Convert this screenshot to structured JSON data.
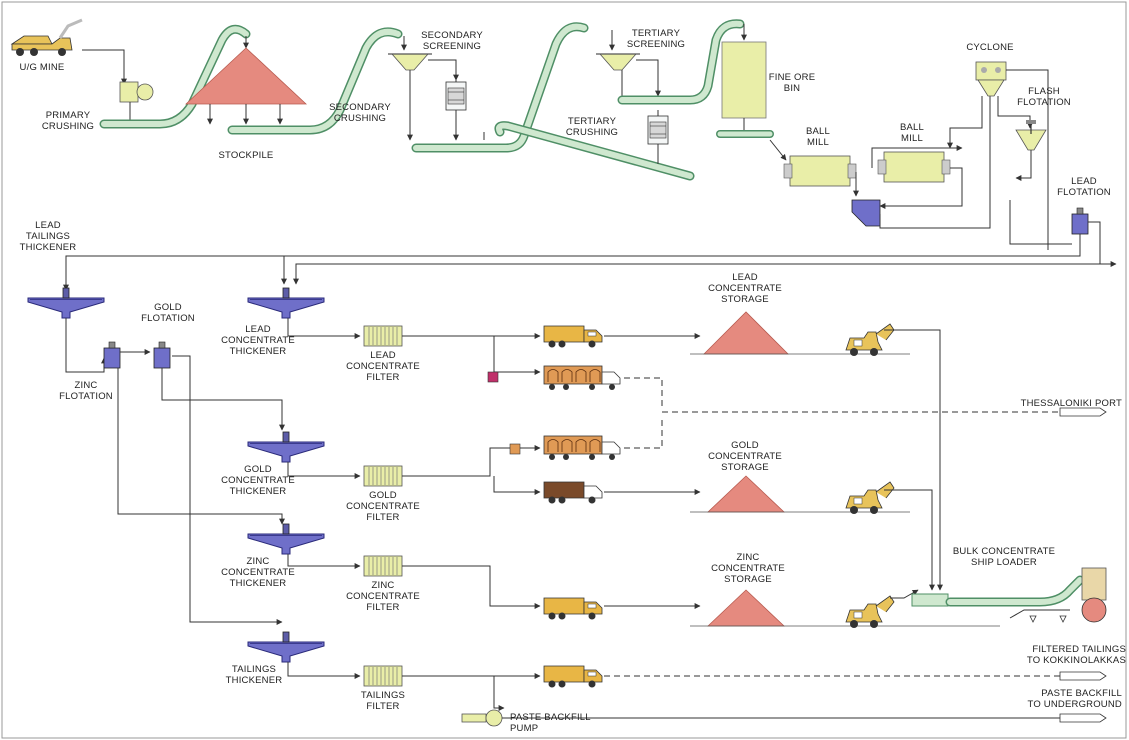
{
  "labels": {
    "ug_mine": "U/G MINE",
    "primary_crushing": "PRIMARY\nCRUSHING",
    "stockpile": "STOCKPILE",
    "secondary_screening": "SECONDARY\nSCREENING",
    "secondary_crushing": "SECONDARY\nCRUSHING",
    "tertiary_screening": "TERTIARY\nSCREENING",
    "tertiary_crushing": "TERTIARY\nCRUSHING",
    "fine_ore_bin": "FINE ORE\nBIN",
    "ball_mill_1": "BALL\nMILL",
    "ball_mill_2": "BALL\nMILL",
    "cyclone": "CYCLONE",
    "flash_flotation": "FLASH\nFLOTATION",
    "lead_flotation": "LEAD\nFLOTATION",
    "lead_tailings_thickener": "LEAD\nTAILINGS\nTHICKENER",
    "gold_flotation": "GOLD\nFLOTATION",
    "zinc_flotation": "ZINC\nFLOTATION",
    "lead_concentrate_thickener": "LEAD\nCONCENTRATE\nTHICKENER",
    "lead_concentrate_filter": "LEAD\nCONCENTRATE\nFILTER",
    "lead_concentrate_storage": "LEAD\nCONCENTRATE\nSTORAGE",
    "thessaloniki_port": "THESSALONIKI PORT",
    "gold_concentrate_thickener": "GOLD\nCONCENTRATE\nTHICKENER",
    "gold_concentrate_filter": "GOLD\nCONCENTRATE\nFILTER",
    "gold_concentrate_storage": "GOLD\nCONCENTRATE\nSTORAGE",
    "zinc_concentrate_thickener": "ZINC\nCONCENTRATE\nTHICKENER",
    "zinc_concentrate_filter": "ZINC\nCONCENTRATE\nFILTER",
    "zinc_concentrate_storage": "ZINC\nCONCENTRATE\nSTORAGE",
    "bulk_concentrate_ship_loader": "BULK CONCENTRATE\nSHIP LOADER",
    "tailings_thickener": "TAILINGS\nTHICKENER",
    "tailings_filter": "TAILINGS\nFILTER",
    "filtered_tailings": "FILTERED TAILINGS\nTO KOKKINOLAKKAS",
    "paste_backfill_pump": "PASTE BACKFILL\nPUMP",
    "paste_backfill_underground": "PASTE BACKFILL\nTO UNDERGROUND"
  },
  "colors": {
    "conveyor_fill": "#cfe8cf",
    "conveyor_stroke": "#4f8f66",
    "pile": "#e58a7f",
    "equipment_blue": "#6f6fc9",
    "equipment_yellow": "#e9eea8",
    "truck_yellow": "#e8b645",
    "truck_orange": "#e09a55",
    "line": "#333333"
  },
  "icons": [
    "mine-truck-icon",
    "crusher-icon",
    "screen-icon",
    "cone-crusher-icon",
    "ore-bin-icon",
    "ball-mill-icon",
    "hydrocyclone-icon",
    "flotation-cell-icon",
    "sump-icon",
    "thickener-icon",
    "filter-icon",
    "dump-truck-icon",
    "rail-car-icon",
    "front-loader-icon",
    "stockpile-icon",
    "ship-loader-icon",
    "pump-icon",
    "arrow-out-icon"
  ]
}
